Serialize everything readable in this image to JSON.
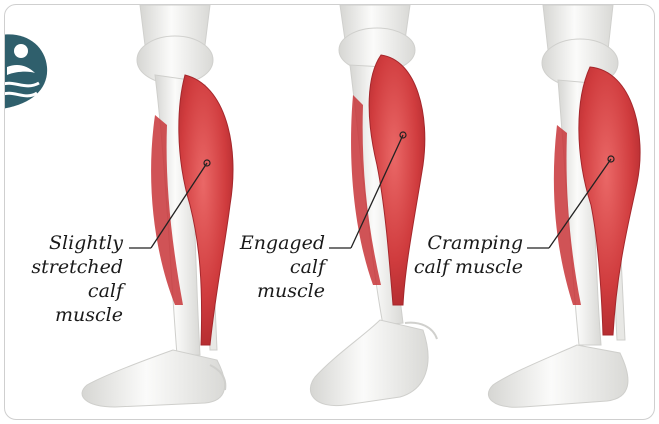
{
  "logo_icon": "swimmer-wave-logo-icon",
  "colors": {
    "muscle_dark": "#c72f33",
    "muscle_light": "#e45a59",
    "bone": "#f2f2f0",
    "bone_shadow": "#d9d9d6",
    "leader_line": "#222222"
  },
  "labels": {
    "leg1": "Slightly\nstretched\ncalf muscle",
    "leg2": "Engaged\ncalf muscle",
    "leg3": "Cramping\ncalf muscle"
  }
}
